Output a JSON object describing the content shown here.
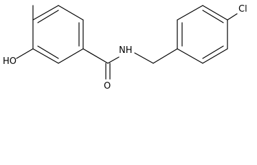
{
  "molecule": {
    "atom_labels": {
      "hydroxyl": "HO",
      "carbonyl_oxygen": "O",
      "amide_nitrogen": "NH",
      "chlorine": "Cl"
    }
  }
}
